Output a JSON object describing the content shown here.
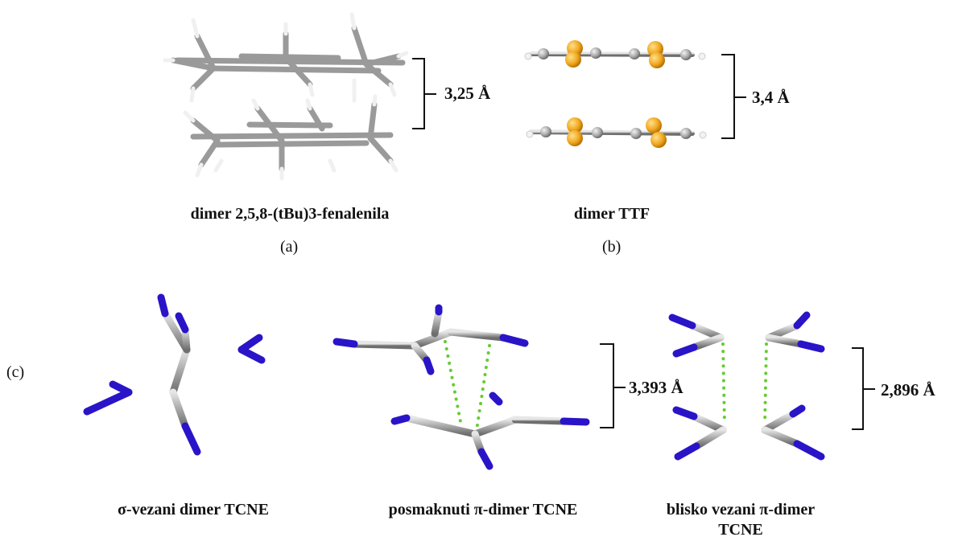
{
  "panels": {
    "a": {
      "caption": "dimer 2,5,8-(tBu)3-fenalenila",
      "label": "(a)",
      "distance": "3,25 Å"
    },
    "b": {
      "caption": "dimer TTF",
      "label": "(b)",
      "distance": "3,4 Å"
    },
    "c": {
      "label": "(c)",
      "items": [
        {
          "caption": "σ-vezani dimer TCNE"
        },
        {
          "caption": "posmaknuti π-dimer TCNE",
          "distance": "3,393 Å"
        },
        {
          "caption_line1": "blisko vezani π-dimer",
          "caption_line2": "TCNE",
          "distance": "2,896 Å"
        }
      ]
    }
  },
  "colors": {
    "carbon": "#b4b4b4",
    "nitrogen": "#2a14c8",
    "sulfur": "#f0a820",
    "hydrogen": "#f2f2f2",
    "contact": "#66cc33"
  }
}
